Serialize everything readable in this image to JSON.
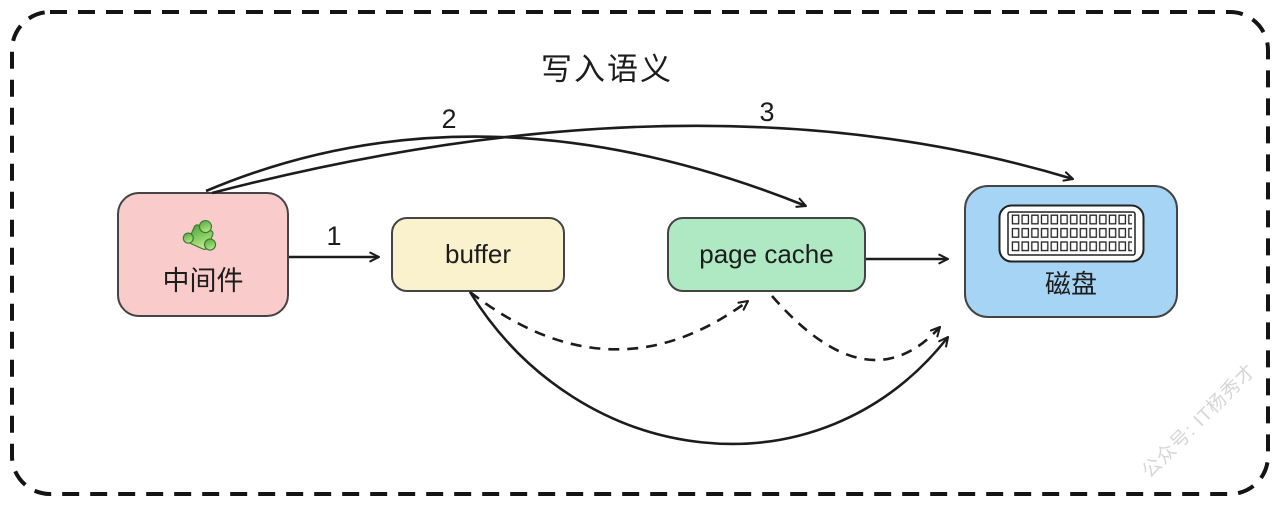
{
  "title": "写入语义",
  "nodes": {
    "middleware": {
      "label": "中间件",
      "fill": "#F9CBCA",
      "icon": "puzzle-icon"
    },
    "buffer": {
      "label": "buffer",
      "fill": "#FAF1CD"
    },
    "page_cache": {
      "label": "page cache",
      "fill": "#AEE9C4"
    },
    "disk": {
      "label": "磁盘",
      "fill": "#A6D4F4",
      "icon": "disk-chip-icon"
    }
  },
  "arrows": {
    "step1": {
      "label": "1",
      "from": "中间件",
      "to": "buffer",
      "style": "solid"
    },
    "step2": {
      "label": "2",
      "from": "中间件",
      "to": "page cache",
      "style": "solid-curve"
    },
    "step3": {
      "label": "3",
      "from": "中间件",
      "to": "磁盘",
      "style": "solid-curve"
    },
    "buffer_to_page_cache": {
      "from": "buffer",
      "to": "page cache",
      "style": "dashed-curve"
    },
    "page_cache_to_disk_flush": {
      "from": "page cache",
      "to": "磁盘",
      "style": "dashed-curve"
    },
    "page_cache_to_disk": {
      "from": "page cache",
      "to": "磁盘",
      "style": "solid"
    },
    "buffer_to_disk": {
      "from": "buffer",
      "to": "磁盘",
      "style": "solid-curve"
    }
  },
  "colors": {
    "line": "#1c1c1c",
    "border_dash": "#141414",
    "watermark": "#d6d6d6"
  },
  "watermark": "公众号: IT杨秀才"
}
